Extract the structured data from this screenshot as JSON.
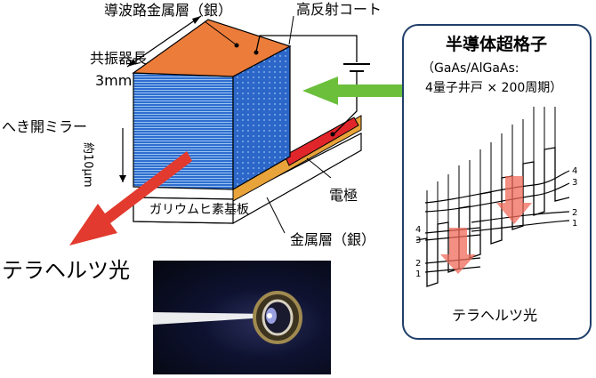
{
  "labels": {
    "waveguide_metal_layer": "導波路金属層（銀）",
    "high_reflection_coat": "高反射コート",
    "resonator_length": "共振器長",
    "resonator_length_value": "3mm",
    "cleaved_mirror": "へき開ミラー",
    "thickness": "約10μm",
    "substrate": "ガリウムヒ素基板",
    "electrode": "電極",
    "metal_layer": "金属層（銀）",
    "terahertz_light_main": "テラヘルツ光"
  },
  "superlattice": {
    "title": "半導体超格子",
    "composition": "（GaAs/AlGaAs:",
    "structure": "4量子井戸 × 200周期）",
    "output_label": "テラヘルツ光",
    "levels_upper": [
      "4",
      "3",
      "2",
      "1"
    ],
    "levels_lower": [
      "4",
      "3",
      "2",
      "1"
    ]
  },
  "colors": {
    "top_face": "#ec7c3a",
    "layer_blue": "#2f6ed0",
    "substrate_face": "#ffffff",
    "electrode": "#e0262a",
    "silver_layer": "#e8a33a",
    "output_arrow": "#e23a2e",
    "pump_arrow": "#6bbf3b",
    "panel_border": "#1f3f6a",
    "emission_arrow": "#f06a5a"
  }
}
